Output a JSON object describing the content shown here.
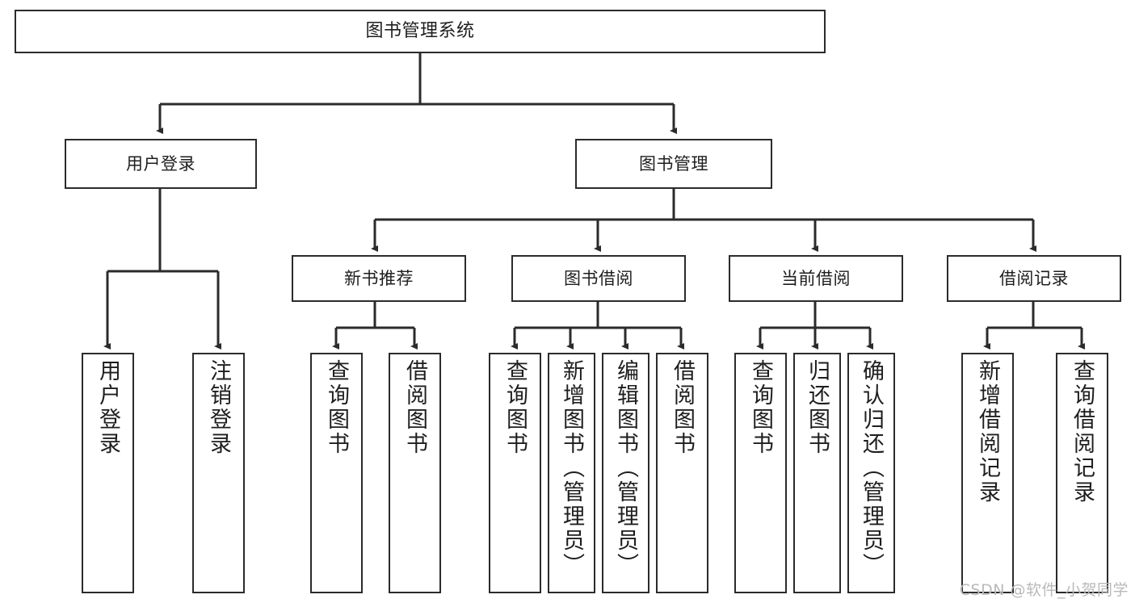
{
  "diagram": {
    "type": "tree",
    "title": "图书管理系统",
    "root": {
      "label": "图书管理系统"
    },
    "level2": [
      {
        "label": "用户登录"
      },
      {
        "label": "图书管理"
      }
    ],
    "level3": [
      {
        "label": "新书推荐"
      },
      {
        "label": "图书借阅"
      },
      {
        "label": "当前借阅"
      },
      {
        "label": "借阅记录"
      }
    ],
    "leaves": {
      "user_login": [
        {
          "label": "用户登录"
        },
        {
          "label": "注销登录"
        }
      ],
      "new_book_recommend": [
        {
          "label": "查询图书"
        },
        {
          "label": "借阅图书"
        }
      ],
      "book_borrow": [
        {
          "label": "查询图书"
        },
        {
          "label": "新增图书（管理员）"
        },
        {
          "label": "编辑图书（管理员）"
        },
        {
          "label": "借阅图书"
        }
      ],
      "current_borrow": [
        {
          "label": "查询图书"
        },
        {
          "label": "归还图书"
        },
        {
          "label": "确认归还（管理员）"
        }
      ],
      "borrow_record": [
        {
          "label": "新增借阅记录"
        },
        {
          "label": "查询借阅记录"
        }
      ]
    }
  },
  "watermark": {
    "text": "CSDN @软件_小贺同学"
  },
  "colors": {
    "stroke": "#2b2b2b",
    "background": "#ffffff",
    "text": "#1e1e1e",
    "watermark": "#b9b9b9"
  }
}
